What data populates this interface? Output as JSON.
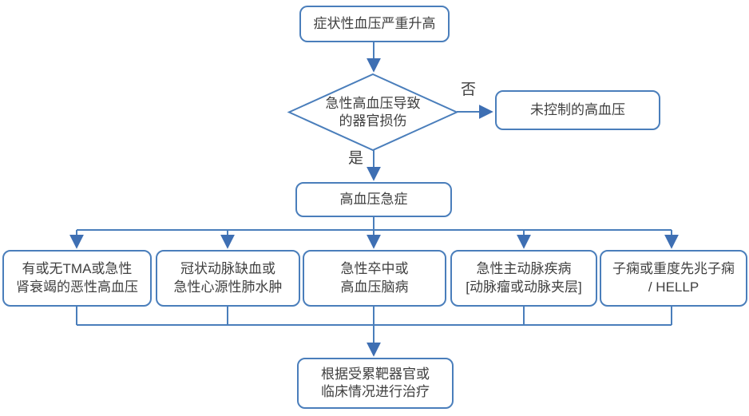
{
  "colors": {
    "line": "#4a7ebb",
    "arrow": "#3e6fb3",
    "text": "#3f3f3f",
    "background": "#ffffff"
  },
  "flowchart": {
    "type": "flowchart",
    "nodes": {
      "start": {
        "label": "症状性血压严重升高",
        "shape": "rounded-rect"
      },
      "decision": {
        "label": "急性高血压导致\n的器官损伤",
        "shape": "diamond"
      },
      "uncontrolled": {
        "label": "未控制的高血压",
        "shape": "rounded-rect"
      },
      "emergency": {
        "label": "高血压急症",
        "shape": "rounded-rect"
      },
      "malignant": {
        "label": "有或无TMA或急性\n肾衰竭的恶性高血压",
        "shape": "rounded-rect"
      },
      "coronary": {
        "label": "冠状动脉缺血或\n急性心源性肺水肿",
        "shape": "rounded-rect"
      },
      "stroke": {
        "label": "急性卒中或\n高血压脑病",
        "shape": "rounded-rect"
      },
      "aortic": {
        "label": "急性主动脉疾病\n[动脉瘤或动脉夹层]",
        "shape": "rounded-rect"
      },
      "eclampsia": {
        "label": "子痫或重度先兆子痫\n/ HELLP",
        "shape": "rounded-rect"
      },
      "treatment": {
        "label": "根据受累靶器官或\n临床情况进行治疗",
        "shape": "rounded-rect"
      }
    },
    "edge_labels": {
      "no": "否",
      "yes": "是"
    },
    "edges": [
      {
        "from": "start",
        "to": "decision"
      },
      {
        "from": "decision",
        "to": "uncontrolled",
        "label": "否"
      },
      {
        "from": "decision",
        "to": "emergency",
        "label": "是"
      },
      {
        "from": "emergency",
        "to": "malignant"
      },
      {
        "from": "emergency",
        "to": "coronary"
      },
      {
        "from": "emergency",
        "to": "stroke"
      },
      {
        "from": "emergency",
        "to": "aortic"
      },
      {
        "from": "emergency",
        "to": "eclampsia"
      },
      {
        "from": "malignant",
        "to": "treatment"
      },
      {
        "from": "coronary",
        "to": "treatment"
      },
      {
        "from": "stroke",
        "to": "treatment"
      },
      {
        "from": "aortic",
        "to": "treatment"
      },
      {
        "from": "eclampsia",
        "to": "treatment"
      }
    ]
  }
}
